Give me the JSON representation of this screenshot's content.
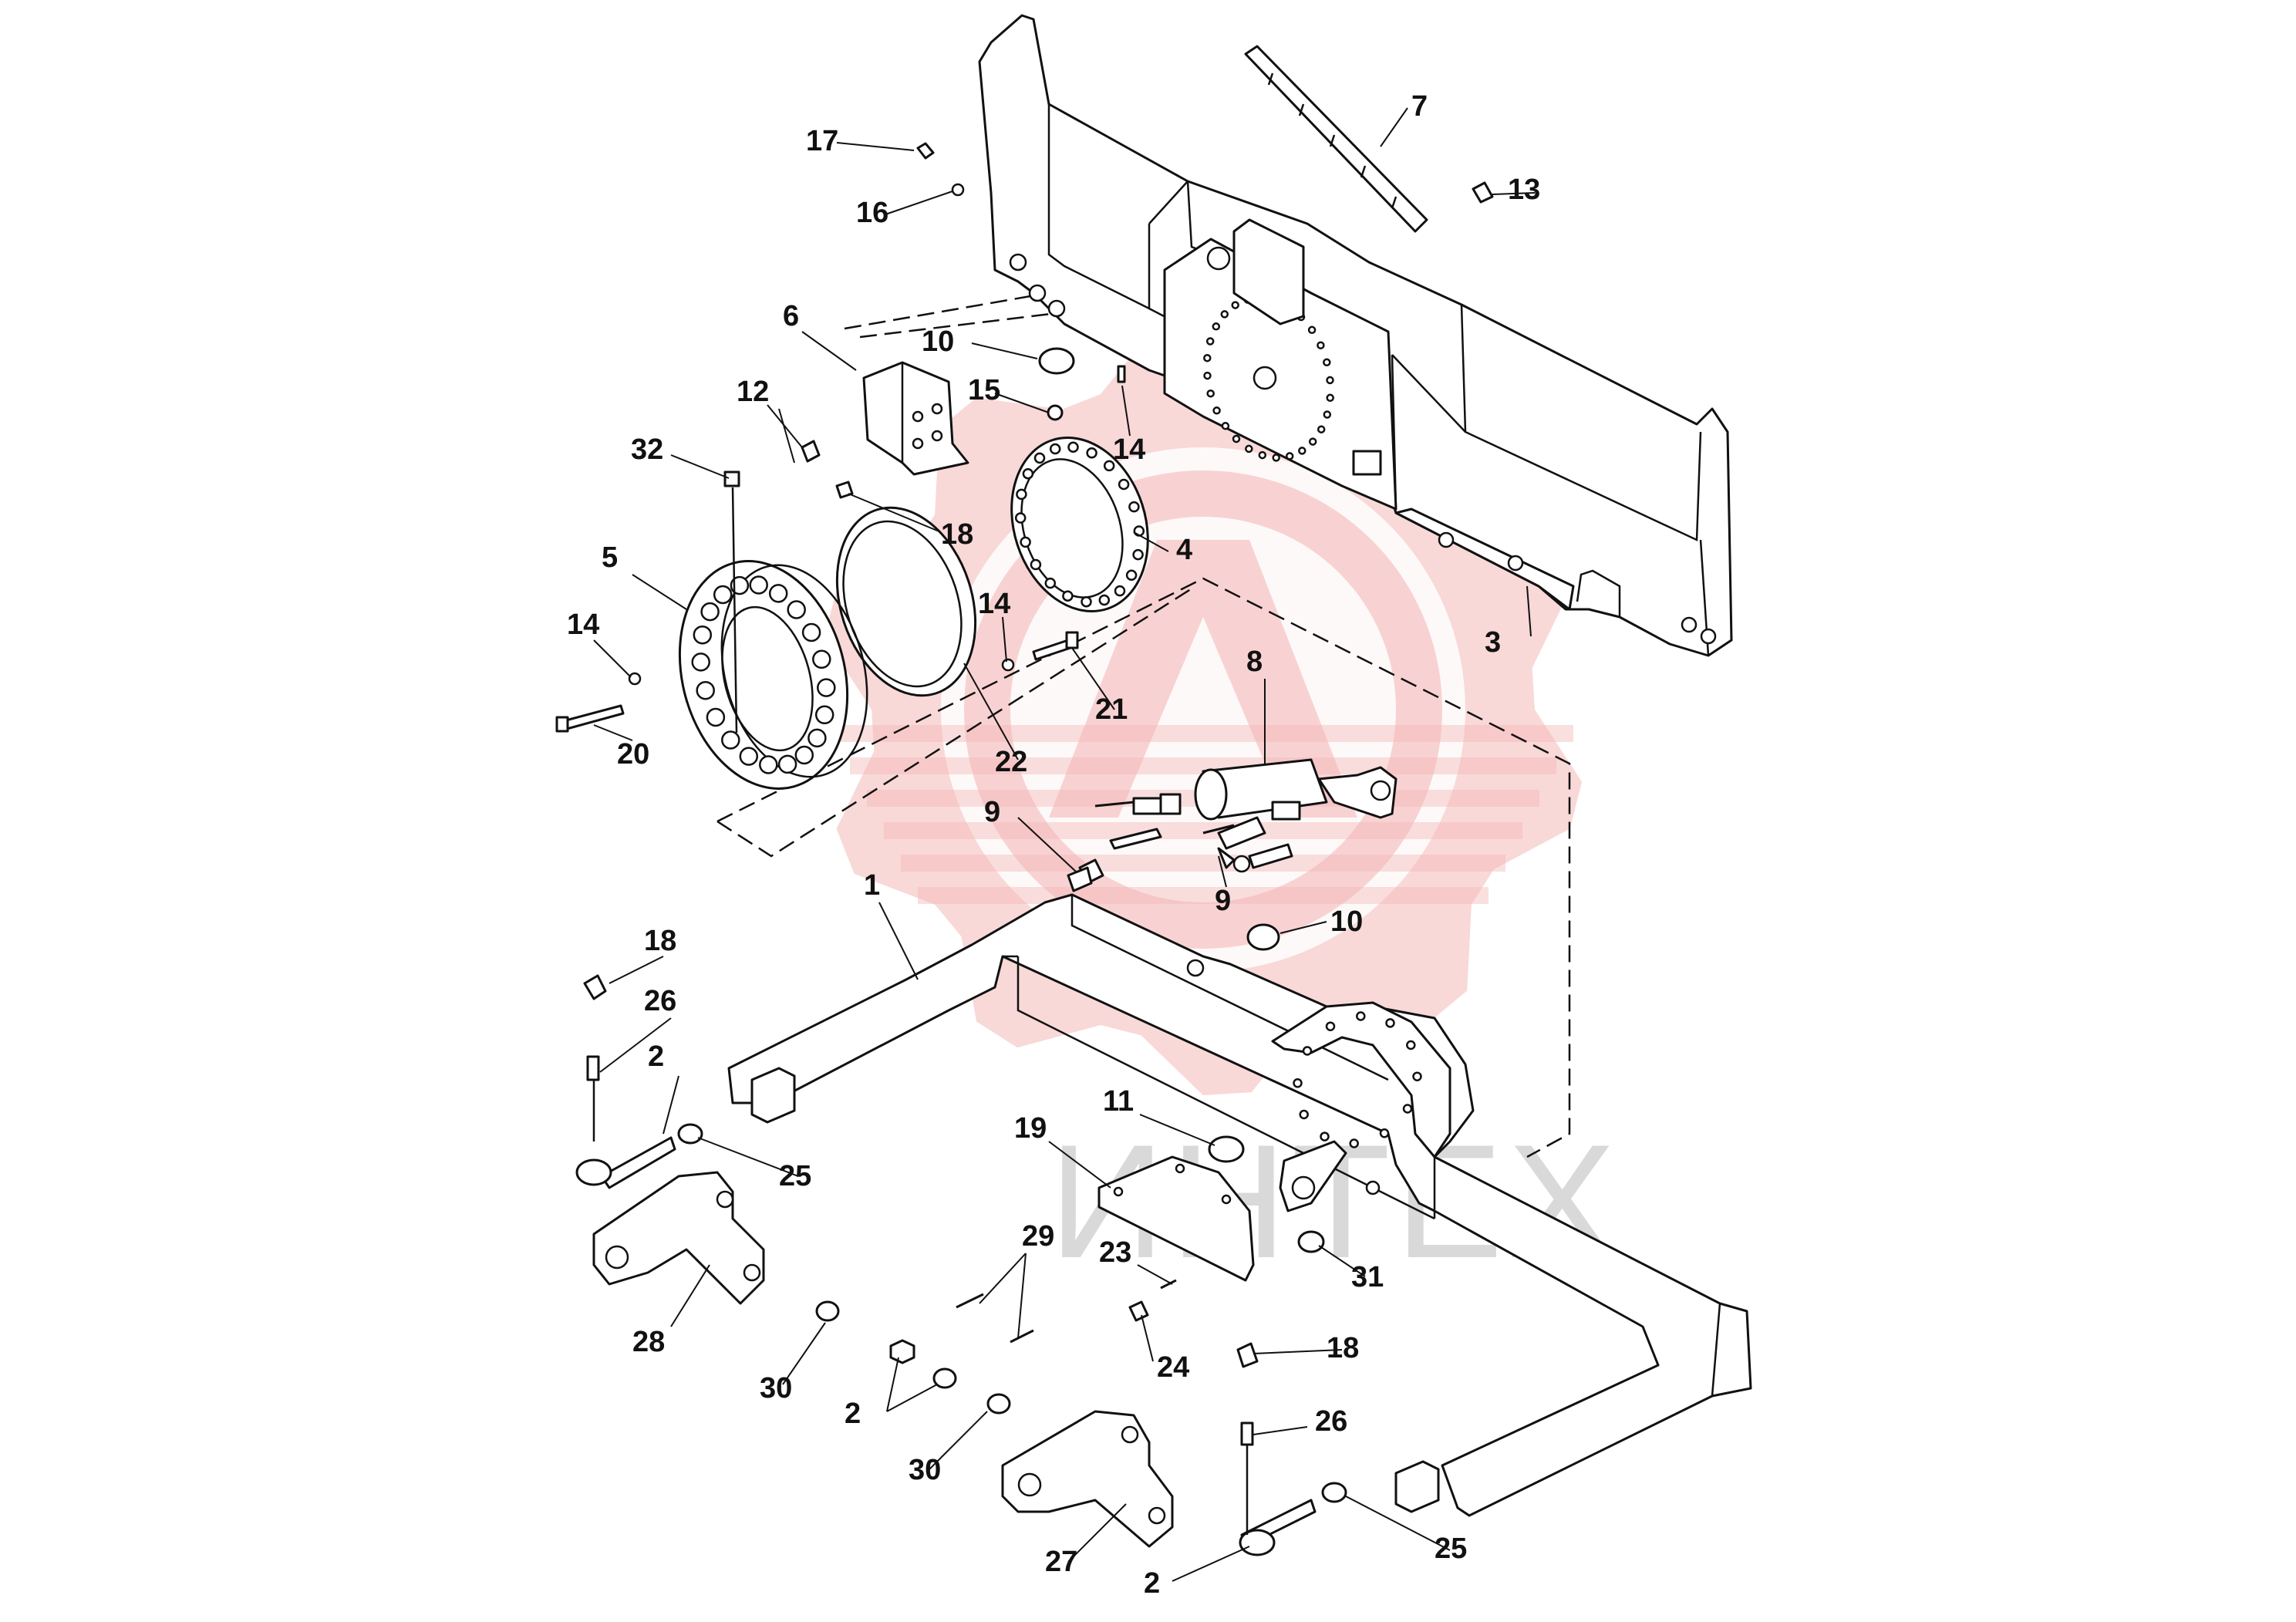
{
  "watermark": {
    "text": "ИНТЕХ",
    "gear_color": "#f4b8b8",
    "text_color": "#d9d9d9"
  },
  "callouts": [
    {
      "id": "c1",
      "label": "1"
    },
    {
      "id": "c2a",
      "label": "2"
    },
    {
      "id": "c2b",
      "label": "2"
    },
    {
      "id": "c2c",
      "label": "2"
    },
    {
      "id": "c3",
      "label": "3"
    },
    {
      "id": "c4",
      "label": "4"
    },
    {
      "id": "c5",
      "label": "5"
    },
    {
      "id": "c6",
      "label": "6"
    },
    {
      "id": "c7",
      "label": "7"
    },
    {
      "id": "c8",
      "label": "8"
    },
    {
      "id": "c9a",
      "label": "9"
    },
    {
      "id": "c9b",
      "label": "9"
    },
    {
      "id": "c10a",
      "label": "10"
    },
    {
      "id": "c10b",
      "label": "10"
    },
    {
      "id": "c11",
      "label": "11"
    },
    {
      "id": "c12",
      "label": "12"
    },
    {
      "id": "c13",
      "label": "13"
    },
    {
      "id": "c14a",
      "label": "14"
    },
    {
      "id": "c14b",
      "label": "14"
    },
    {
      "id": "c14c",
      "label": "14"
    },
    {
      "id": "c15",
      "label": "15"
    },
    {
      "id": "c16",
      "label": "16"
    },
    {
      "id": "c17",
      "label": "17"
    },
    {
      "id": "c18a",
      "label": "18"
    },
    {
      "id": "c18b",
      "label": "18"
    },
    {
      "id": "c18c",
      "label": "18"
    },
    {
      "id": "c19",
      "label": "19"
    },
    {
      "id": "c20",
      "label": "20"
    },
    {
      "id": "c21",
      "label": "21"
    },
    {
      "id": "c22",
      "label": "22"
    },
    {
      "id": "c23",
      "label": "23"
    },
    {
      "id": "c24",
      "label": "24"
    },
    {
      "id": "c25a",
      "label": "25"
    },
    {
      "id": "c25b",
      "label": "25"
    },
    {
      "id": "c26a",
      "label": "26"
    },
    {
      "id": "c26b",
      "label": "26"
    },
    {
      "id": "c27",
      "label": "27"
    },
    {
      "id": "c28",
      "label": "28"
    },
    {
      "id": "c29",
      "label": "29"
    },
    {
      "id": "c30a",
      "label": "30"
    },
    {
      "id": "c30b",
      "label": "30"
    },
    {
      "id": "c31",
      "label": "31"
    },
    {
      "id": "c32",
      "label": "32"
    }
  ]
}
